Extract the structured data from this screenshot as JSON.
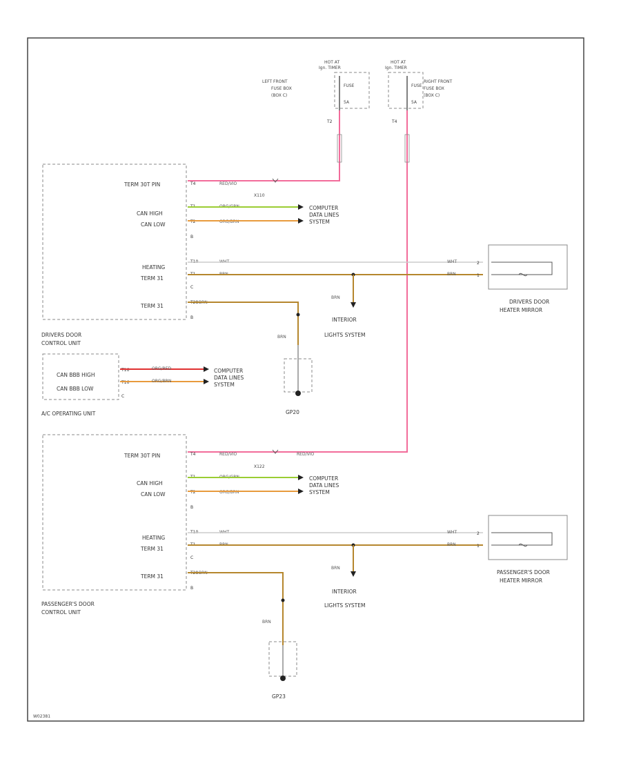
{
  "colors": {
    "pink": "#f26b9a",
    "green": "#9acd32",
    "orange": "#e89a3c",
    "brown": "#b5862c",
    "white": "#cccccc",
    "red": "#e03030",
    "black": "#222222"
  },
  "fuse_left": {
    "hot_at": "HOT AT",
    "timer": "Ign. TIMER",
    "fuse": "FUSE",
    "amps": "5A",
    "label": [
      "LEFT FRONT",
      "FUSE BOX",
      "(BOX C)"
    ],
    "pin": "T2"
  },
  "fuse_right": {
    "hot_at": "HOT AT",
    "timer": "Ign. TIMER",
    "fuse": "FUSE",
    "amps": "5A",
    "label": [
      "RIGHT FRONT",
      "FUSE BOX",
      "(BOX C)"
    ],
    "pin": "T4"
  },
  "driver_unit": {
    "name": [
      "DRIVERS DOOR",
      "CONTROL UNIT"
    ],
    "pins": [
      {
        "label": "TERM 30T PIN",
        "pin": "T4",
        "wire": "RED/VIO"
      },
      {
        "label": "CAN HIGH",
        "pin": "T1",
        "wire": "ORG/GRN"
      },
      {
        "label": "CAN LOW",
        "pin": "T2",
        "wire": "ORG/BRN"
      },
      {
        "label": "HEATING",
        "pin": "T10",
        "wire": "WHT"
      },
      {
        "label": "TERM 31",
        "pin": "T1",
        "wire": "BRN"
      },
      {
        "label": "TERM 31",
        "pin": "T28",
        "wire": "BRN"
      }
    ],
    "connectors": [
      "B",
      "C",
      "B"
    ],
    "splice": "X110"
  },
  "ac_unit": {
    "name": "A/C OPERATING UNIT",
    "pins": [
      {
        "label": "CAN BBB HIGH",
        "pin": "T16",
        "wire": "ORG/RED"
      },
      {
        "label": "CAN BBB LOW",
        "pin": "T16",
        "wire": "ORG/BRN"
      }
    ],
    "connector": "C"
  },
  "passenger_unit": {
    "name": [
      "PASSENGER'S DOOR",
      "CONTROL UNIT"
    ],
    "pins": [
      {
        "label": "TERM 30T PIN",
        "pin": "T4",
        "wire": "RED/VIO"
      },
      {
        "label": "CAN HIGH",
        "pin": "T1",
        "wire": "ORG/GRN"
      },
      {
        "label": "CAN LOW",
        "pin": "T2",
        "wire": "ORG/BRN"
      },
      {
        "label": "HEATING",
        "pin": "T10",
        "wire": "WHT"
      },
      {
        "label": "TERM 31",
        "pin": "T1",
        "wire": "BRN"
      },
      {
        "label": "TERM 31",
        "pin": "T28",
        "wire": "BRN"
      }
    ],
    "connectors": [
      "B",
      "C",
      "B"
    ],
    "splice": "X122",
    "wire_after_splice": "RED/VIO"
  },
  "computer_system": [
    "COMPUTER",
    "DATA LINES",
    "SYSTEM"
  ],
  "interior_lights": [
    "INTERIOR",
    "LIGHTS SYSTEM"
  ],
  "driver_mirror": {
    "label": [
      "DRIVERS DOOR",
      "HEATER MIRROR"
    ],
    "pins": [
      "2",
      "1"
    ],
    "wires": [
      "WHT",
      "BRN"
    ]
  },
  "passenger_mirror": {
    "label": [
      "PASSENGER'S DOOR",
      "HEATER MIRROR"
    ],
    "pins": [
      "2",
      "1"
    ],
    "wires": [
      "WHT",
      "BRN"
    ]
  },
  "ground_wire": "BRN",
  "ground1": "GP20",
  "ground2": "GP23",
  "fig_code": "W02381"
}
